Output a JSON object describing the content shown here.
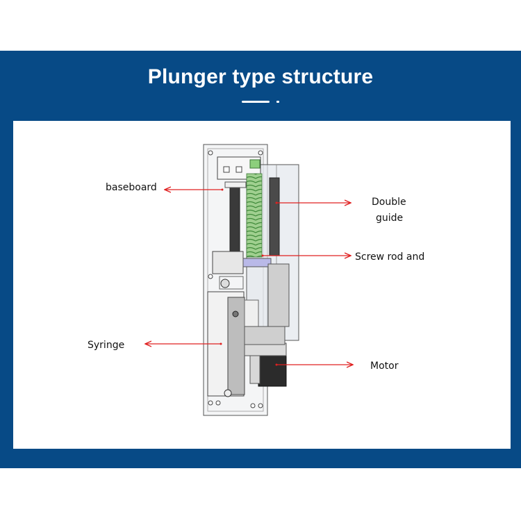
{
  "title": "Plunger type structure",
  "labels": {
    "baseboard": "baseboard",
    "double_guide_line1": "Double",
    "double_guide_line2": "guide",
    "screw_rod": "Screw rod and",
    "syringe": "Syringe",
    "motor": "Motor"
  },
  "colors": {
    "banner": "#074a86",
    "arrow": "#e02020",
    "panel": "#ffffff"
  }
}
